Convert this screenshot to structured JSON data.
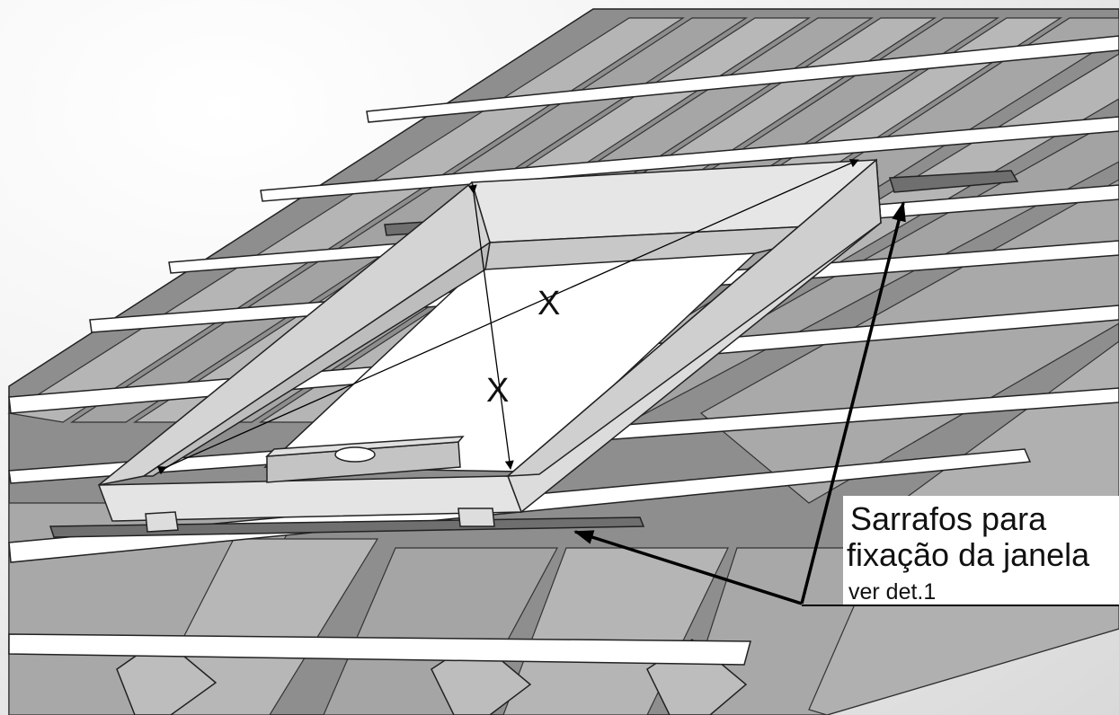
{
  "callout": {
    "line1": "Sarrafos para",
    "line2": "fixação da janela",
    "line3": "ver det.1"
  },
  "dimension": {
    "diagonal_label": "X",
    "height_label": "X"
  }
}
